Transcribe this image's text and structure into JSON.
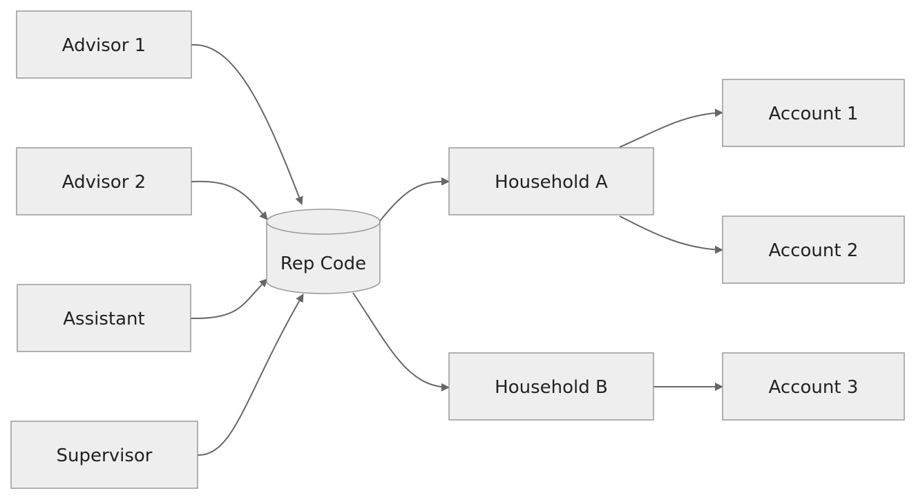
{
  "diagram": {
    "nodes": {
      "advisor1": {
        "label": "Advisor 1"
      },
      "advisor2": {
        "label": "Advisor 2"
      },
      "assistant": {
        "label": "Assistant"
      },
      "supervisor": {
        "label": "Supervisor"
      },
      "repcode": {
        "label": "Rep Code",
        "shape": "cylinder"
      },
      "householdA": {
        "label": "Household A"
      },
      "householdB": {
        "label": "Household B"
      },
      "account1": {
        "label": "Account 1"
      },
      "account2": {
        "label": "Account 2"
      },
      "account3": {
        "label": "Account 3"
      }
    },
    "edges": [
      {
        "from": "advisor1",
        "to": "repcode"
      },
      {
        "from": "advisor2",
        "to": "repcode"
      },
      {
        "from": "assistant",
        "to": "repcode"
      },
      {
        "from": "supervisor",
        "to": "repcode"
      },
      {
        "from": "repcode",
        "to": "householdA"
      },
      {
        "from": "repcode",
        "to": "householdB"
      },
      {
        "from": "householdA",
        "to": "account1"
      },
      {
        "from": "householdA",
        "to": "account2"
      },
      {
        "from": "householdB",
        "to": "account3"
      }
    ],
    "colors": {
      "node_fill": "#eeeeee",
      "node_stroke": "#999999",
      "edge": "#666666",
      "text": "#222222"
    }
  }
}
